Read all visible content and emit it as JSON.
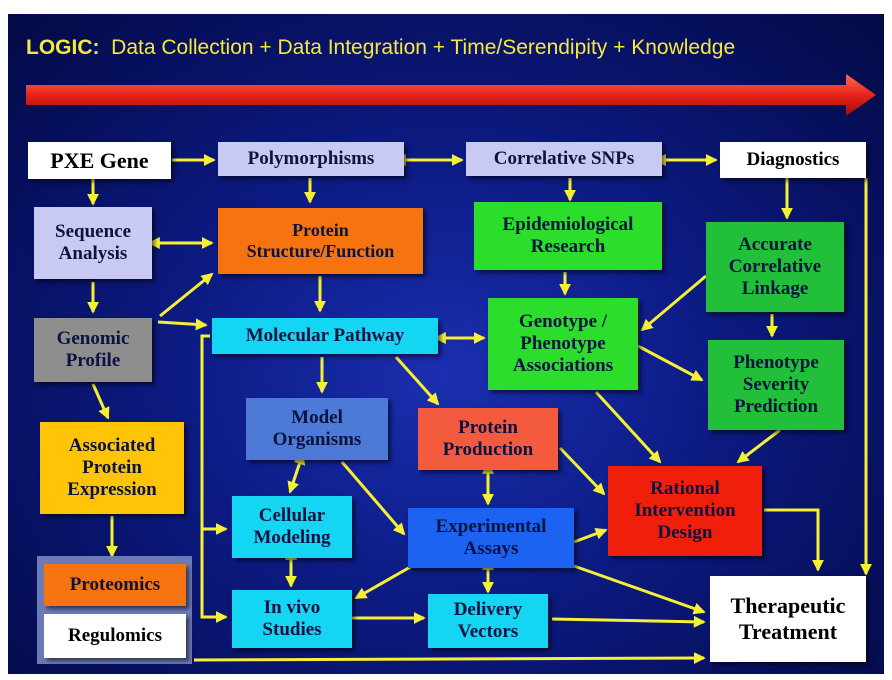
{
  "header": {
    "logic_label": "LOGIC:",
    "logic_text": "Data Collection + Data Integration + Time/Serendipity + Knowledge"
  },
  "colors": {
    "arrow_yellow": "#f6f034",
    "banner_arrow_red": "#e8231a"
  },
  "nodes": {
    "pxe_gene": "PXE Gene",
    "polymorphisms": "Polymorphisms",
    "correlative_snps": "Correlative SNPs",
    "diagnostics": "Diagnostics",
    "sequence_analysis": "Sequence\nAnalysis",
    "protein_structure": "Protein\nStructure/Function",
    "epidemiological_research": "Epidemiological\nResearch",
    "accurate_linkage": "Accurate\nCorrelative\nLinkage",
    "genomic_profile": "Genomic\nProfile",
    "molecular_pathway": "Molecular Pathway",
    "genotype_phenotype": "Genotype /\nPhenotype\nAssociations",
    "phenotype_severity": "Phenotype\nSeverity\nPrediction",
    "model_organisms": "Model\nOrganisms",
    "protein_production": "Protein\nProduction",
    "associated_protein": "Associated\nProtein\nExpression",
    "rational_intervention": "Rational\nIntervention\nDesign",
    "cellular_modeling": "Cellular\nModeling",
    "experimental_assays": "Experimental\nAssays",
    "proteomics": "Proteomics",
    "in_vivo": "In vivo\nStudies",
    "delivery_vectors": "Delivery\nVectors",
    "regulomics": "Regulomics",
    "therapeutic_treatment": "Therapeutic\nTreatment"
  }
}
